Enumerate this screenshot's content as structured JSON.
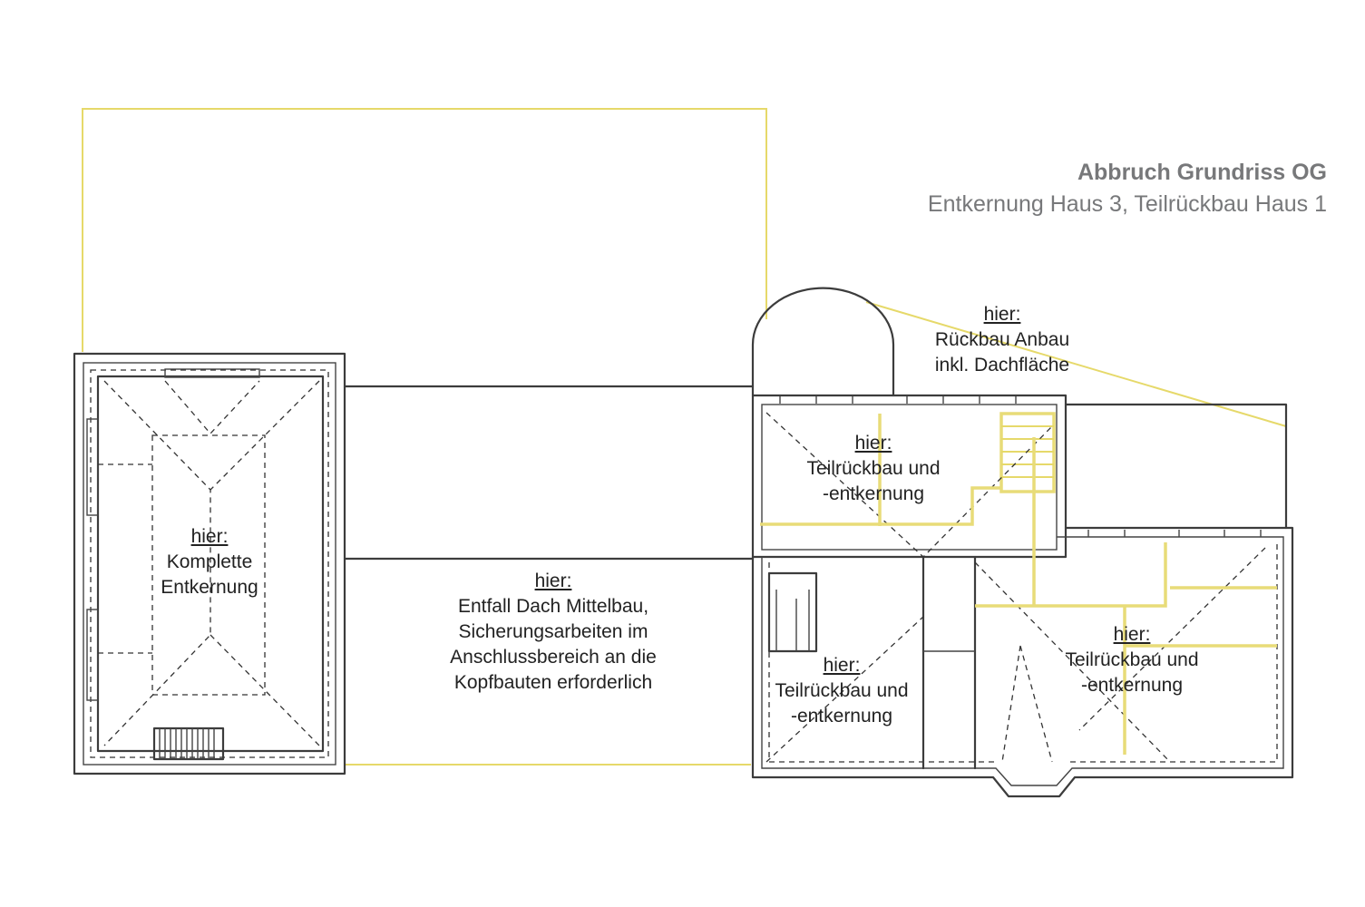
{
  "title": {
    "main": "Abbruch Grundriss OG",
    "sub": "Entkernung Haus 3, Teilrückbau Haus 1"
  },
  "notes": {
    "left_house": {
      "hier": "hier:",
      "lines": [
        "Komplette",
        "Entkernung"
      ]
    },
    "middle": {
      "hier": "hier:",
      "lines": [
        "Entfall Dach Mittelbau,",
        "Sicherungsarbeiten im",
        "Anschlussbereich an die",
        "Kopfbauten erforderlich"
      ]
    },
    "annex": {
      "hier": "hier:",
      "lines": [
        "Rückbau Anbau",
        "inkl. Dachfläche"
      ]
    },
    "right_upper": {
      "hier": "hier:",
      "lines": [
        "Teilrückbau und",
        "-entkernung"
      ]
    },
    "right_lower_left": {
      "hier": "hier:",
      "lines": [
        "Teilrückbau und",
        "-entkernung"
      ]
    },
    "right_lower_right": {
      "hier": "hier:",
      "lines": [
        "Teilrückbau und",
        "-entkernung"
      ]
    }
  },
  "colors": {
    "demolition_outline": "#e6d96a",
    "wall_ink": "#3c3c3c",
    "title_text": "#77787a"
  }
}
